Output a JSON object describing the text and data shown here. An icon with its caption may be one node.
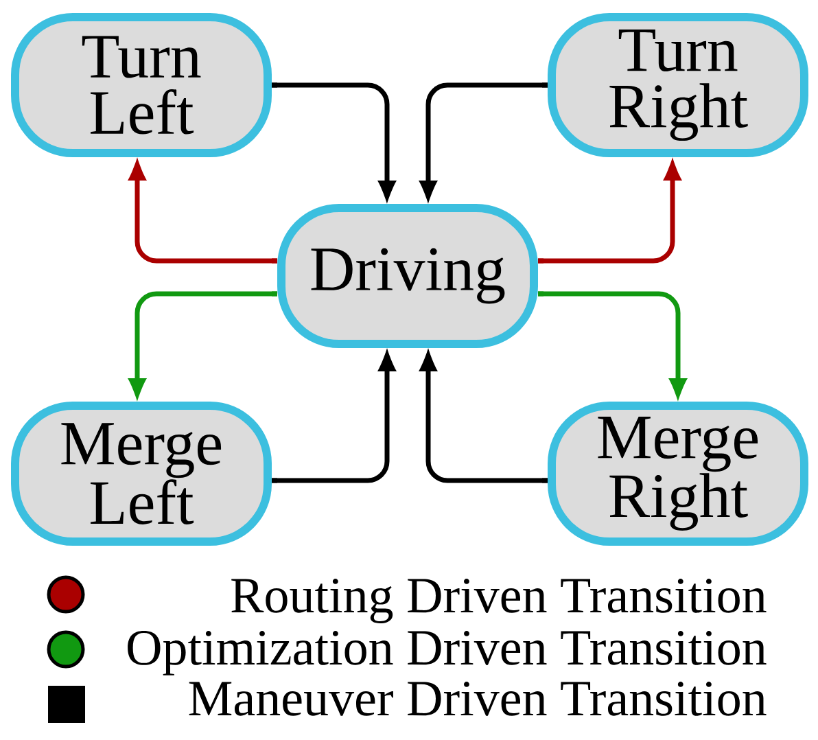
{
  "diagram": {
    "nodes": [
      {
        "text": [
          "Turn Left"
        ]
      },
      {
        "text": [
          "Turn Right"
        ]
      },
      {
        "text": [
          "Driving"
        ]
      },
      {
        "text": [
          "Merge Left"
        ]
      },
      {
        "text": [
          "Merge Right"
        ]
      }
    ],
    "edges": [
      {
        "from": 0,
        "to": 2,
        "arrow": "to"
      },
      {
        "from": 1,
        "to": 2,
        "arrow": "to"
      },
      {
        "from": 2,
        "to": 0,
        "arrow": "to",
        "color": "#aa0000"
      },
      {
        "from": 2,
        "to": 1,
        "arrow": "to",
        "color": "#aa0000"
      },
      {
        "from": 2,
        "to": 3,
        "arrow": "to",
        "color": "#119911"
      },
      {
        "from": 2,
        "to": 4,
        "arrow": "to",
        "color": "#119911"
      },
      {
        "from": 3,
        "to": 2,
        "arrow": "to"
      },
      {
        "from": 4,
        "to": 2,
        "arrow": "to"
      }
    ],
    "legend": [
      {
        "text": "Routing Driven Transition",
        "color": "#aa0000"
      },
      {
        "text": "Optimization Driven Transition",
        "color": "#119911"
      },
      {
        "text": "Maneuver Driven Transition",
        "color": "#000000"
      }
    ]
  }
}
